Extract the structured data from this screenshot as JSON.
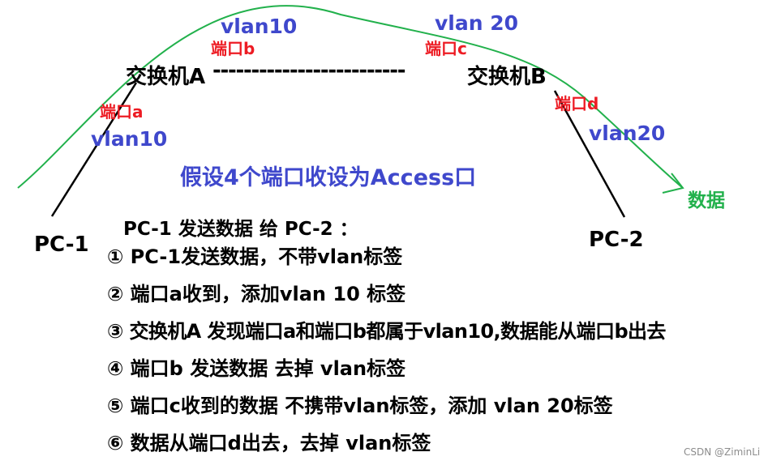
{
  "switches": {
    "a_label": "交换机A",
    "b_label": "交换机B",
    "link_dashes": "-------------------------"
  },
  "ports": {
    "a": "端口a",
    "b": "端口b",
    "c": "端口c",
    "d": "端口d"
  },
  "vlans": {
    "port_a": "vlan10",
    "port_b": "vlan10",
    "port_c": "vlan 20",
    "port_d": "vlan20"
  },
  "hosts": {
    "pc1": "PC-1",
    "pc2": "PC-2"
  },
  "data_label": "数据",
  "assumption": "假设4个端口收设为Access口",
  "heading": "PC-1 发送数据 给 PC-2 ：",
  "steps": [
    "① PC-1发送数据，不带vlan标签",
    "② 端口a收到，添加vlan 10 标签",
    "③ 交换机A 发现端口a和端口b都属于vlan10,数据能从端口b出去",
    "④ 端口b 发送数据 去掉 vlan标签",
    "⑤ 端口c收到的数据 不携带vlan标签，添加 vlan 20标签",
    "⑥ 数据从端口d出去，去掉 vlan标签"
  ],
  "watermark": "CSDN @ZiminLi",
  "colors": {
    "flow_arrow": "#22b14c",
    "vlan_text": "#3f48cc",
    "port_text": "#ed1c24",
    "cables": "#000000"
  }
}
